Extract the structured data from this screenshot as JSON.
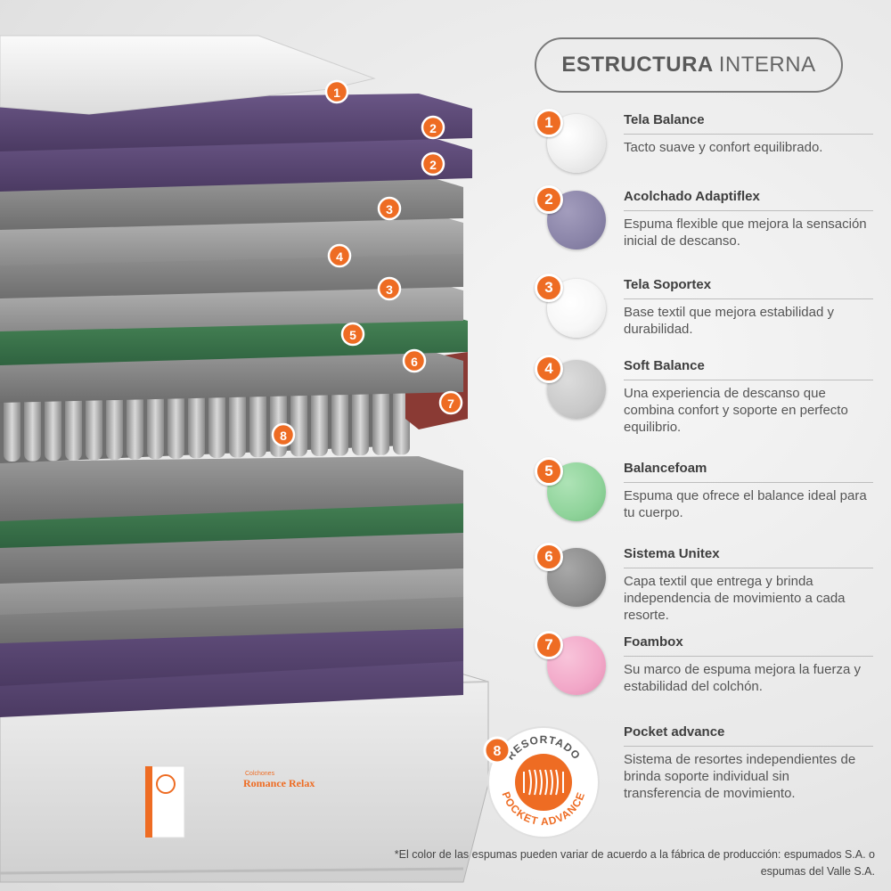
{
  "title": {
    "bold": "ESTRUCTURA",
    "light": "INTERNA"
  },
  "layers": [
    {
      "number": "1",
      "name": "Tela Balance",
      "description": "Tacto suave y confort equilibrado.",
      "swatch_color": "#f2f2f2"
    },
    {
      "number": "2",
      "name": "Acolchado Adaptiflex",
      "description": "Espuma flexible que mejora la sensación inicial de descanso.",
      "swatch_color": "#8a84a8"
    },
    {
      "number": "3",
      "name": "Tela Soportex",
      "description": "Base textil que mejora estabilidad y durabilidad.",
      "swatch_color": "#f7f7f7"
    },
    {
      "number": "4",
      "name": "Soft Balance",
      "description": "Una experiencia de descanso que combina confort y soporte en perfecto equilibrio.",
      "swatch_color": "#c9c9c9"
    },
    {
      "number": "5",
      "name": "Balancefoam",
      "description": "Espuma que ofrece el balance ideal para tu cuerpo.",
      "swatch_color": "#8fd39a"
    },
    {
      "number": "6",
      "name": "Sistema Unitex",
      "description": "Capa textil que entrega y brinda independencia de movimiento a cada resorte.",
      "swatch_color": "#8c8c8c"
    },
    {
      "number": "7",
      "name": "Foambox",
      "description": "Su marco de espuma mejora la fuerza y estabilidad del colchón.",
      "swatch_color": "#f2a7c8"
    },
    {
      "number": "8",
      "name": "Pocket advance",
      "description": "Sistema de resortes independientes de brinda soporte individual sin transferencia de movimiento."
    }
  ],
  "stamp": {
    "top_text": "RESORTADO",
    "bottom_text": "POCKET ADVANCE"
  },
  "mattress_label": {
    "brand_small": "Colchones",
    "model": "Romance Relax"
  },
  "footnote": "*El color de las espumas pueden variar de acuerdo a la fábrica de producción: espumados S.A. o espumas del Valle S.A.",
  "colors": {
    "accent": "#ee6c23",
    "purple_foam": "#5e4a78",
    "green_foam": "#3e7a4d",
    "gray_layer": "#8a8a8a",
    "foambox": "#8a3a34"
  }
}
